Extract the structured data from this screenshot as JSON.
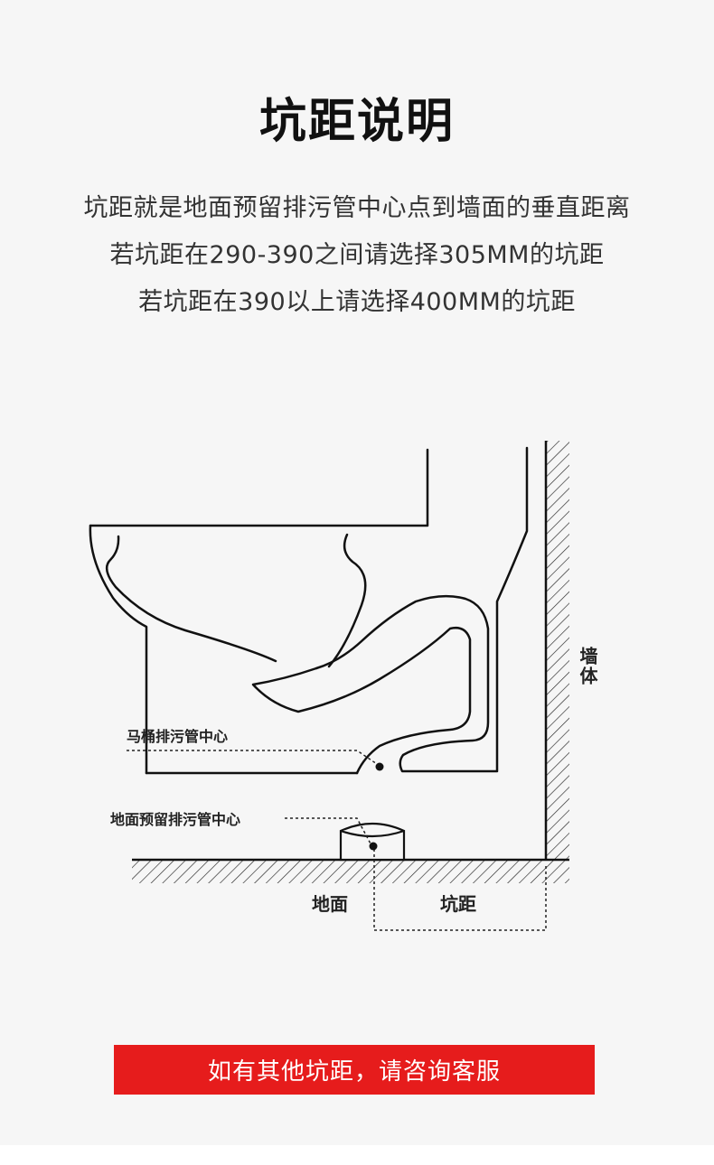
{
  "title": "坑距说明",
  "description": [
    "坑距就是地面预留排污管中心点到墙面的垂直距离",
    "若坑距在290-390之间请选择305MM的坑距",
    "若坑距在390以上请选择400MM的坑距"
  ],
  "diagram": {
    "label_toilet_center": "马桶排污管中心",
    "label_floor_center": "地面预留排污管中心",
    "label_wall": "墙体",
    "label_floor": "地面",
    "label_distance": "坑距"
  },
  "cta_label": "如有其他坑距，请咨询客服",
  "colors": {
    "accent": "#e61c1c",
    "background": "#f6f6f6"
  }
}
